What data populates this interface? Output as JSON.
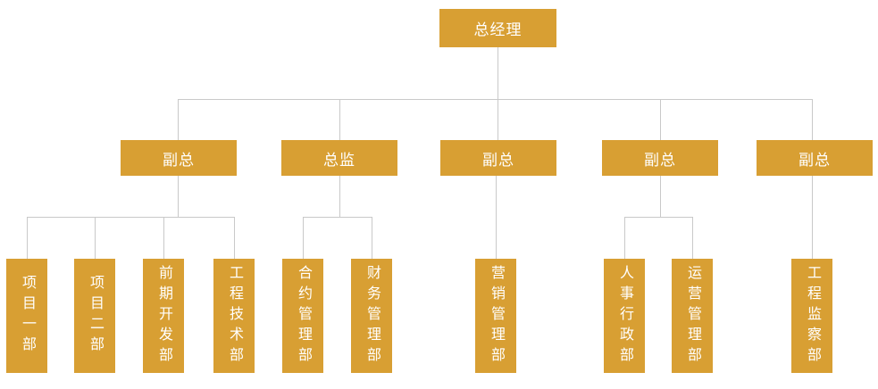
{
  "org": {
    "label": "总经理",
    "children": [
      {
        "label": "副总",
        "children": [
          {
            "label": "项目一部"
          },
          {
            "label": "项目二部"
          },
          {
            "label": "前期开发部"
          },
          {
            "label": "工程技术部"
          }
        ]
      },
      {
        "label": "总监",
        "children": [
          {
            "label": "合约管理部"
          },
          {
            "label": "财务管理部"
          }
        ]
      },
      {
        "label": "副总",
        "children": [
          {
            "label": "营销管理部"
          }
        ]
      },
      {
        "label": "副总",
        "children": [
          {
            "label": "人事行政部"
          },
          {
            "label": "运营管理部"
          }
        ]
      },
      {
        "label": "副总",
        "children": [
          {
            "label": "工程监察部"
          }
        ]
      }
    ]
  },
  "colors": {
    "box": "#D89F33",
    "line": "#C9C9C9",
    "text": "#FFFFFF",
    "bg": "#FFFFFF"
  }
}
